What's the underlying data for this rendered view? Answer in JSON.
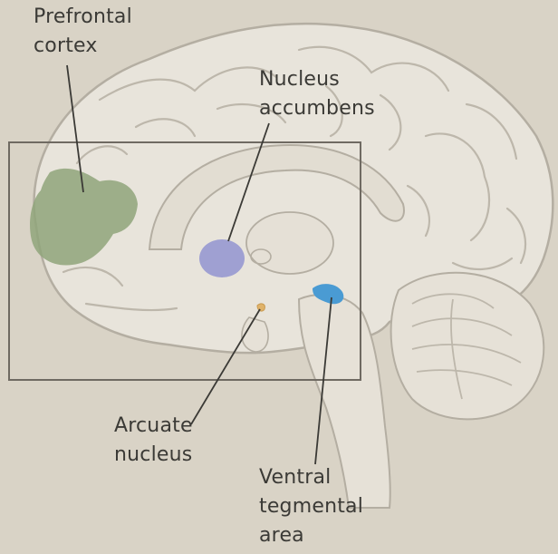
{
  "labels": {
    "prefrontal_cortex": [
      "Prefrontal",
      "cortex"
    ],
    "nucleus_accumbens": [
      "Nucleus",
      "accumbens"
    ],
    "arcuate_nucleus": [
      "Arcuate",
      "nucleus"
    ],
    "ventral_tegmental_area": [
      "Ventral",
      "tegmental",
      "area"
    ]
  },
  "colors": {
    "background": "#d9d3c6",
    "brain_fill": "#e8e4db",
    "brain_outline": "#b4aea2",
    "prefrontal_cortex": "#8fa57a",
    "nucleus_accumbens": "#9fa0d2",
    "ventral_tegmental_area": "#4a9bd3",
    "arcuate_nucleus": "#e0b36a",
    "leader_line": "#3b3a36"
  }
}
